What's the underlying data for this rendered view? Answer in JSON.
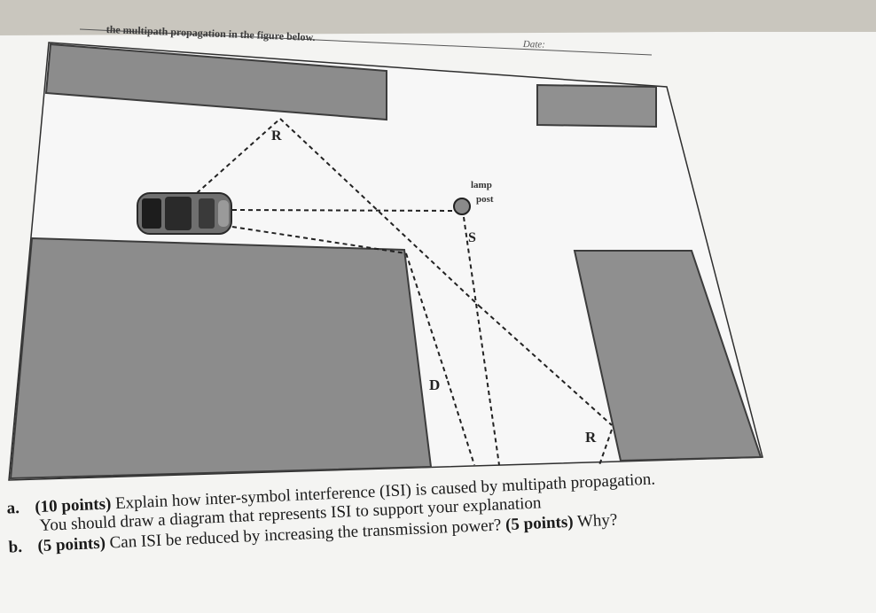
{
  "worksheet": {
    "header_fragment": "the multipath propagation in the figure below.",
    "date_label": "Date:"
  },
  "diagram": {
    "labels": {
      "reflection_top": "R",
      "reflection_bottom": "R",
      "diffraction": "D",
      "scattering": "S",
      "lamp_post_line1": "lamp",
      "lamp_post_line2": "post"
    },
    "icons": {
      "transmitter": "car-icon",
      "scatterer": "lamp-post-icon"
    },
    "colors": {
      "building_fill": "#8c8c8c",
      "building_stroke": "#3c3c3c",
      "paper": "#ffffff",
      "ray": "#222222"
    }
  },
  "questions": [
    {
      "letter": "a.",
      "points": "(10 points)",
      "text": "Explain how inter-symbol interference (ISI) is caused by multipath propagation.",
      "continuation": "You should draw a diagram that represents ISI to support your explanation"
    },
    {
      "letter": "b.",
      "points": "(5 points)",
      "text": "Can ISI be reduced by increasing the transmission power?",
      "points_after": "(5 points)",
      "text_after": "Why?"
    }
  ]
}
